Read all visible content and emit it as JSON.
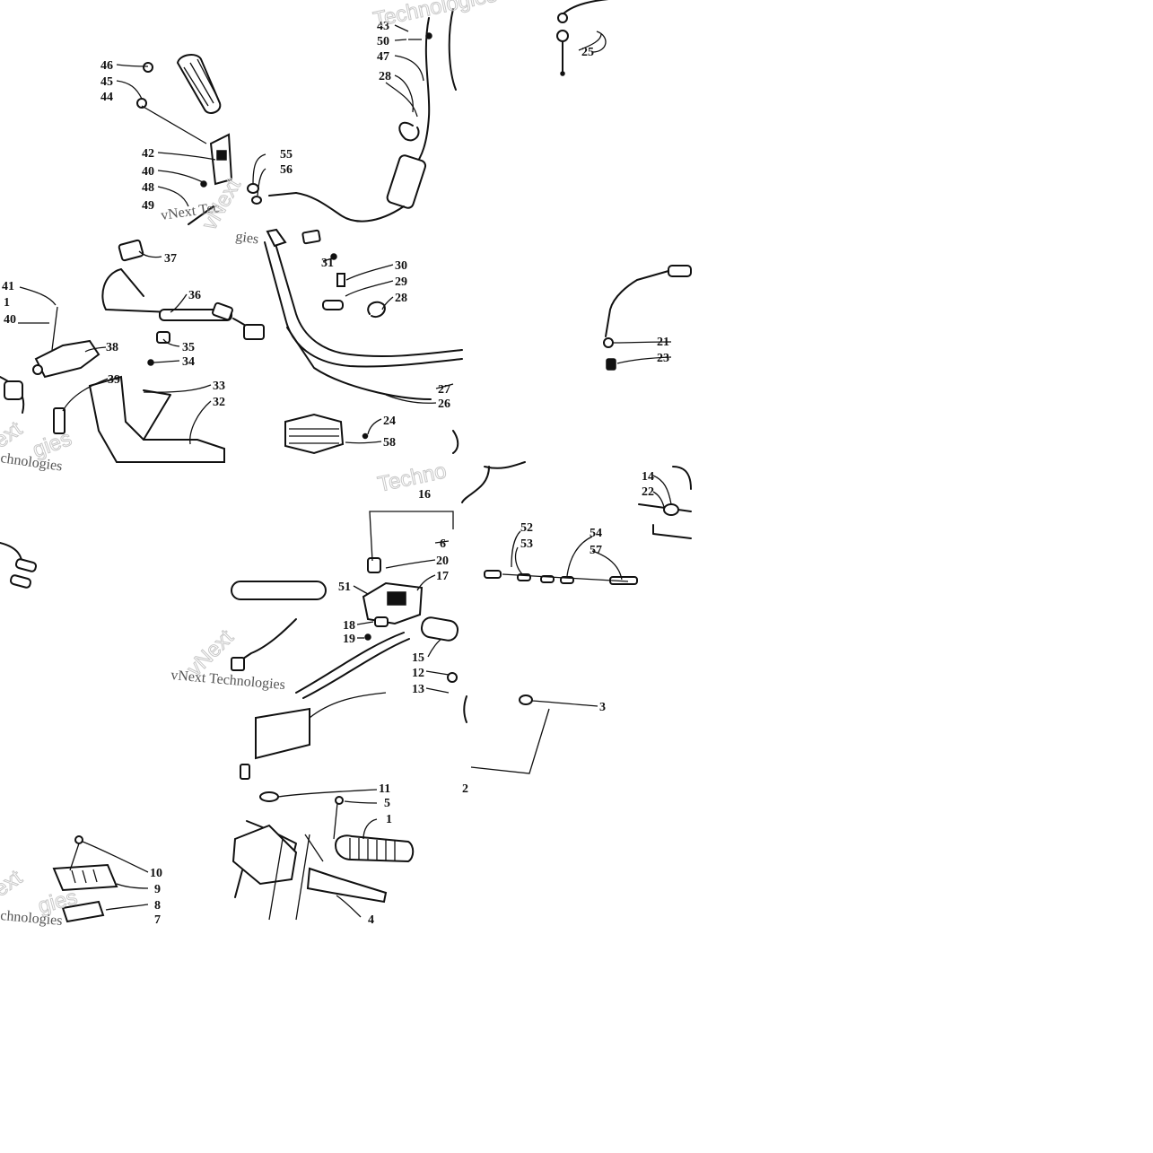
{
  "watermark": {
    "brand_word": "Technologies",
    "brand_short": "Techno",
    "brand_prefix": "vNext",
    "brand_line": "vNext Tec",
    "brand_line_2": "vNext Technologies",
    "fragment_ext": "ext",
    "fragment_gies": "gies",
    "fragment_chnologies": "chnologies"
  },
  "callouts": [
    "1",
    "2",
    "3",
    "4",
    "5",
    "6",
    "7",
    "8",
    "9",
    "10",
    "11",
    "12",
    "13",
    "14",
    "15",
    "16",
    "17",
    "18",
    "19",
    "20",
    "21",
    "22",
    "23",
    "24",
    "25",
    "26",
    "27",
    "28",
    "29",
    "30",
    "31",
    "32",
    "33",
    "34",
    "35",
    "36",
    "37",
    "38",
    "39",
    "40",
    "41",
    "42",
    "43",
    "44",
    "45",
    "46",
    "47",
    "48",
    "49",
    "50",
    "51",
    "52",
    "53",
    "54",
    "55",
    "56",
    "57",
    "58"
  ]
}
